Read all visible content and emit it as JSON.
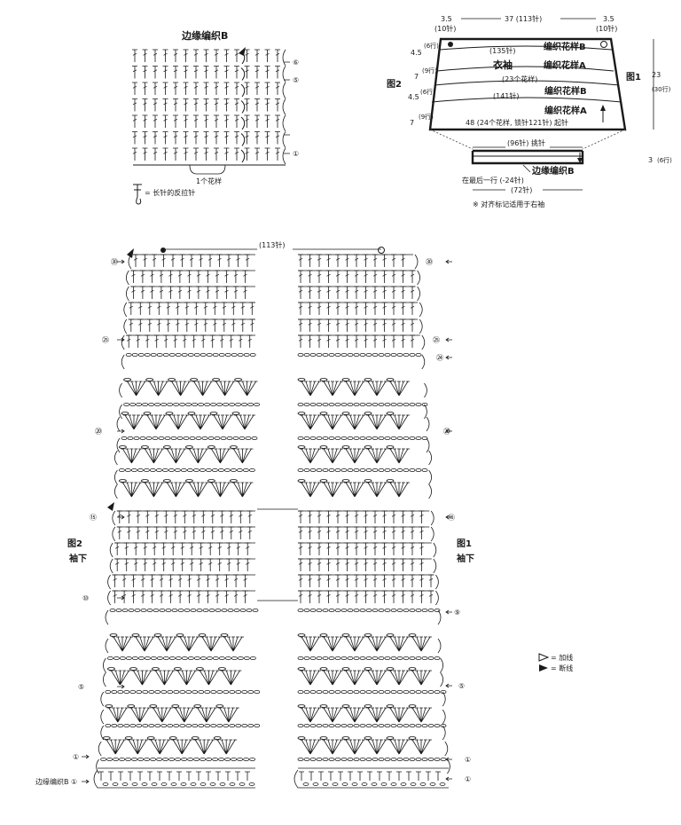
{
  "edge_pattern": {
    "title": "边缘编织B",
    "row_labels": [
      "⑥",
      "⑤",
      "①"
    ],
    "repeat_label": "1个花样",
    "legend_text": "= 长针的反拉针"
  },
  "sleeve_schematic": {
    "top_width": "37 (113针)",
    "top_side_left": "3.5",
    "top_side_right": "3.5",
    "top_side_left_stitches": "(10针)",
    "top_side_right_stitches": "(10针)",
    "band_b_top": "(135针)",
    "band_b_top_label": "编织花样B",
    "main_title": "衣袖",
    "main_label": "编织花样A",
    "pattern_count": "(23个花样)",
    "band_b_mid": "(141针)",
    "band_b_mid_label": "编织花样B",
    "band_a_lower_label": "编织花样A",
    "bottom_count": "48 (24个花样, 锁针121针) 起针",
    "fig_left": "图2",
    "fig_right": "图1",
    "left_dims": [
      "4.5",
      "6",
      "7",
      "9",
      "4.5",
      "6",
      "7",
      "9"
    ],
    "left_rows": [
      "(6行)",
      "(9行)",
      "(6行)",
      "(9行)"
    ],
    "height": "23",
    "height_rows": "(30行)",
    "cuff_pickup": "(96针) 挑针",
    "cuff_label": "边缘编织B",
    "cuff_last_row": "在最后一行 (-24针)",
    "cuff_width": "(72针)",
    "cuff_height": "3",
    "cuff_rows": "(6行)",
    "note": "※ 对齐标记适用于右袖"
  },
  "main_chart": {
    "top_count": "(113针)",
    "left_title": "图2",
    "left_sub": "袖下",
    "right_title": "图1",
    "right_sub": "袖下",
    "left_row_labels": [
      "㉚",
      "㉕",
      "⑳",
      "⑮",
      "⑩",
      "⑤",
      "①"
    ],
    "right_row_labels": [
      "㉚",
      "㉕",
      "㉔",
      "⑳",
      "⑮",
      "⑨",
      "⑤",
      "①"
    ],
    "bottom_label": "边缘编织B ①",
    "bottom_right_label": "①"
  },
  "legend": {
    "add_thread": "= 加线",
    "cut_thread": "= 断线"
  }
}
